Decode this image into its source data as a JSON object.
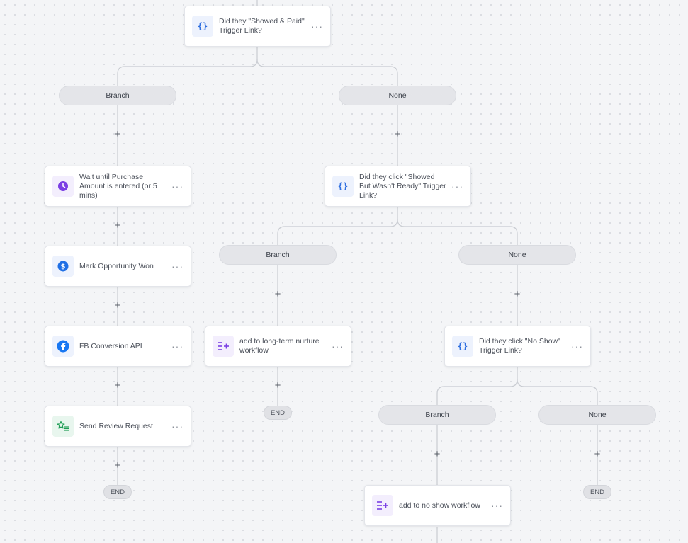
{
  "nodes": {
    "showed_paid": {
      "label": "Did they \"Showed & Paid\" Trigger Link?",
      "icon": "code-braces-icon"
    },
    "wait_purchase": {
      "label": "Wait until Purchase Amount is entered (or 5 mins)",
      "icon": "clock-icon"
    },
    "mark_won": {
      "label": "Mark Opportunity Won",
      "icon": "dollar-icon"
    },
    "fb_conversion": {
      "label": "FB Conversion API",
      "icon": "facebook-icon"
    },
    "review_request": {
      "label": "Send Review Request",
      "icon": "star-list-icon"
    },
    "showed_not_ready": {
      "label": "Did they click \"Showed But Wasn't Ready\" Trigger Link?",
      "icon": "code-braces-icon"
    },
    "nurture": {
      "label": "add to long-term nurture workflow",
      "icon": "add-to-workflow-icon"
    },
    "no_show_trigger": {
      "label": "Did they click \"No Show\" Trigger Link?",
      "icon": "code-braces-icon"
    },
    "no_show_workflow": {
      "label": "add to no show workflow",
      "icon": "add-to-workflow-icon"
    }
  },
  "branches": {
    "b1": "Branch",
    "n1": "None",
    "b2": "Branch",
    "n2": "None",
    "b3": "Branch",
    "n3": "None"
  },
  "ends": {
    "e1": "END",
    "e2": "END",
    "e3": "END"
  },
  "menu_glyph": "···",
  "plus_glyph": "+",
  "brace_glyph": "{}",
  "colors": {
    "connector": "#c8cbd1",
    "braces_accent": "#2f6fe0",
    "clock_bg": "#7b3fe4",
    "dollar_bg": "#1f6fe5",
    "facebook_bg": "#1877f2",
    "review_bg": "#e8f6ee",
    "review_fg": "#1f9d55",
    "workflow_fg": "#7b3fe4"
  }
}
